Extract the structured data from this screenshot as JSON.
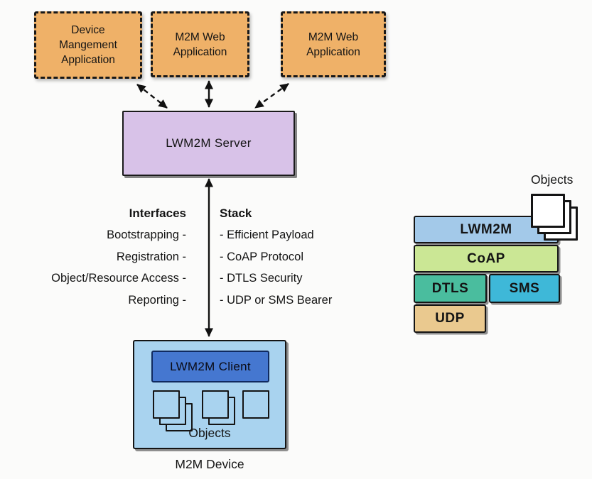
{
  "colors": {
    "background": "#fbfbfa",
    "app_box": "#efb168",
    "server_box": "#d8c2e8",
    "device_box": "#a9d3ef",
    "client_box": "#4577d0",
    "layer_lwm2m": "#a3c9e9",
    "layer_coap": "#cbe795",
    "layer_dtls": "#4abd9e",
    "layer_sms": "#3eb8d8",
    "layer_udp": "#eac98f"
  },
  "app_boxes": [
    {
      "label": "Device Mangement Application"
    },
    {
      "label": "M2M Web Application"
    },
    {
      "label": "M2M Web Application"
    }
  ],
  "server": {
    "label": "LWM2M Server"
  },
  "interfaces": {
    "heading": "Interfaces",
    "items": [
      "Bootstrapping -",
      "Registration -",
      "Object/Resource Access -",
      "Reporting -"
    ]
  },
  "stack": {
    "heading": "Stack",
    "items": [
      "- Efficient Payload",
      "- CoAP Protocol",
      "- DTLS Security",
      "- UDP or SMS Bearer"
    ]
  },
  "device": {
    "client_label": "LWM2M Client",
    "objects_label": "Objects",
    "caption": "M2M Device"
  },
  "protocol_stack": {
    "objects_label": "Objects",
    "layers": [
      {
        "label": "LWM2M",
        "color": "#a3c9e9"
      },
      {
        "label": "CoAP",
        "color": "#cbe795"
      },
      {
        "label": "DTLS",
        "color": "#4abd9e"
      },
      {
        "label": "SMS",
        "color": "#3eb8d8"
      },
      {
        "label": "UDP",
        "color": "#eac98f"
      }
    ]
  }
}
